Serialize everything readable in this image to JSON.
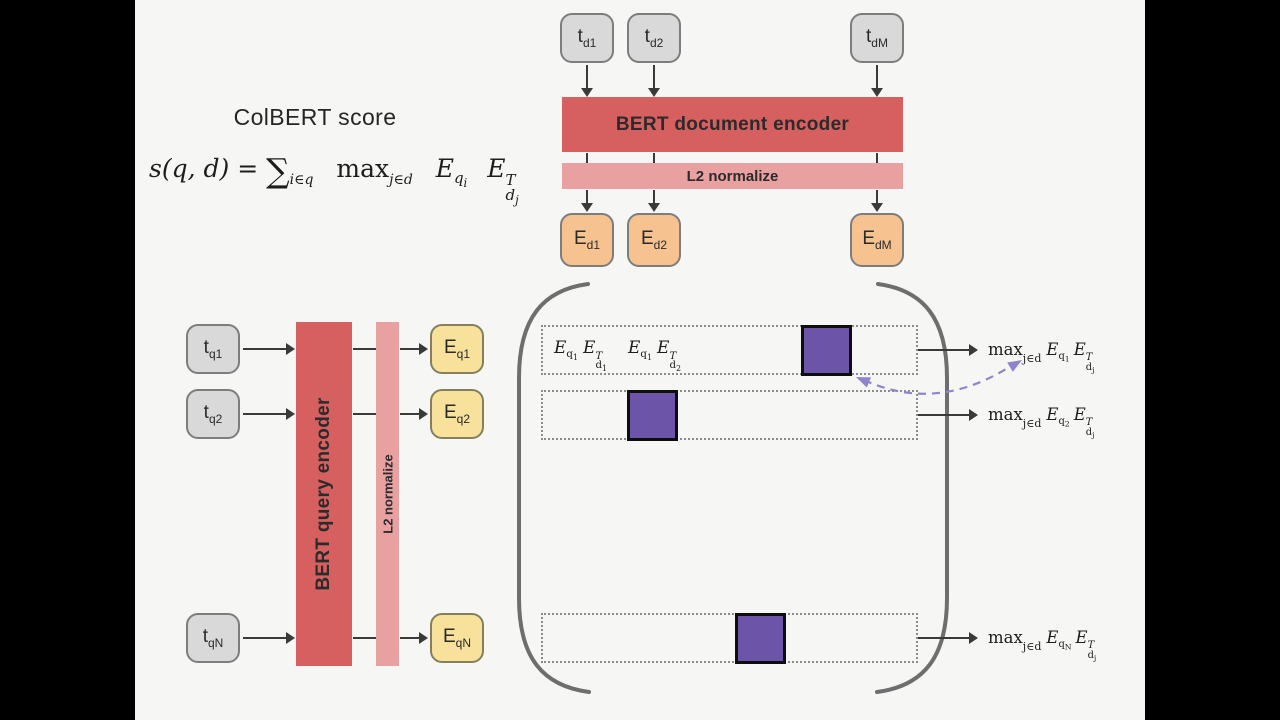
{
  "score": {
    "title": "ColBERT score",
    "formula": {
      "lhs": "s(q, d)",
      "equals": "=",
      "sum": "∑",
      "sum_sub": "i∈q",
      "max": "max",
      "max_sub": "j∈d",
      "eq_term": {
        "base": "E",
        "sub": "q",
        "idx": "i"
      },
      "ed_term": {
        "base": "E",
        "sub": "d",
        "idx": "j",
        "sup": "T"
      }
    }
  },
  "document_encoder": {
    "tokens": [
      {
        "base": "t",
        "sub": "d1"
      },
      {
        "base": "t",
        "sub": "d2"
      },
      {
        "base": "t",
        "sub": "dM"
      }
    ],
    "encoder_label": "BERT document encoder",
    "normalize_label": "L2 normalize",
    "embeddings": [
      {
        "base": "E",
        "sub": "d1"
      },
      {
        "base": "E",
        "sub": "d2"
      },
      {
        "base": "E",
        "sub": "dM"
      }
    ]
  },
  "query_encoder": {
    "tokens": [
      {
        "base": "t",
        "sub": "q1"
      },
      {
        "base": "t",
        "sub": "q2"
      },
      {
        "base": "t",
        "sub": "qN"
      }
    ],
    "encoder_label": "BERT query encoder",
    "normalize_label": "L2 normalize",
    "embeddings": [
      {
        "base": "E",
        "sub": "q1"
      },
      {
        "base": "E",
        "sub": "q2"
      },
      {
        "base": "E",
        "sub": "qN"
      }
    ]
  },
  "interaction_matrix": {
    "row1_cells": [
      {
        "eq": {
          "base": "E",
          "sub": "q",
          "idx": "1"
        },
        "ed": {
          "base": "E",
          "sub": "d",
          "idx": "1",
          "sup": "T"
        }
      },
      {
        "eq": {
          "base": "E",
          "sub": "q",
          "idx": "1"
        },
        "ed": {
          "base": "E",
          "sub": "d",
          "idx": "2",
          "sup": "T"
        }
      }
    ],
    "row_labels": [
      {
        "max": "max",
        "max_sub": "j∈d",
        "eq": {
          "base": "E",
          "sub": "q",
          "idx": "1"
        },
        "ed": {
          "base": "E",
          "sub": "d",
          "idx": "j",
          "sup": "T"
        }
      },
      {
        "max": "max",
        "max_sub": "j∈d",
        "eq": {
          "base": "E",
          "sub": "q",
          "idx": "2"
        },
        "ed": {
          "base": "E",
          "sub": "d",
          "idx": "j",
          "sup": "T"
        }
      },
      {
        "max": "max",
        "max_sub": "j∈d",
        "eq": {
          "base": "E",
          "sub": "q",
          "idx": "N"
        },
        "ed": {
          "base": "E",
          "sub": "d",
          "idx": "j",
          "sup": "T"
        }
      }
    ]
  },
  "colors": {
    "encoder_red": "#d66060",
    "normalize_pink": "#e9a0a0",
    "doc_embedding_orange": "#f6c390",
    "query_embedding_yellow": "#f7e19b",
    "match_purple": "#6c55a8",
    "token_gray": "#d9d9d9",
    "background": "#f6f6f5"
  }
}
